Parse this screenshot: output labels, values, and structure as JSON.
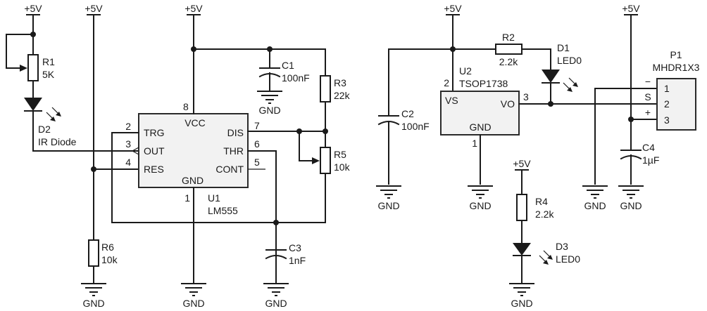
{
  "power_labels": {
    "vcc": "+5V",
    "gnd": "GND"
  },
  "components": {
    "R1": {
      "ref": "R1",
      "value": "5K"
    },
    "D2": {
      "ref": "D2",
      "value": "IR Diode"
    },
    "R6": {
      "ref": "R6",
      "value": "10k"
    },
    "U1": {
      "ref": "U1",
      "value": "LM555",
      "pins": {
        "trg": {
          "num": "2",
          "name": "TRG"
        },
        "out": {
          "num": "3",
          "name": "OUT"
        },
        "res": {
          "num": "4",
          "name": "RES"
        },
        "vcc": {
          "num": "8",
          "name": "VCC"
        },
        "gnd": {
          "num": "1",
          "name": "GND"
        },
        "dis": {
          "num": "7",
          "name": "DIS"
        },
        "thr": {
          "num": "6",
          "name": "THR"
        },
        "cont": {
          "num": "5",
          "name": "CONT"
        }
      }
    },
    "C1": {
      "ref": "C1",
      "value": "100nF"
    },
    "R3": {
      "ref": "R3",
      "value": "22k"
    },
    "R5": {
      "ref": "R5",
      "value": "10k"
    },
    "C3": {
      "ref": "C3",
      "value": "1nF"
    },
    "C2": {
      "ref": "C2",
      "value": "100nF"
    },
    "U2": {
      "ref": "U2",
      "value": "TSOP1738",
      "pins": {
        "vs": {
          "num": "2",
          "name": "VS"
        },
        "vo": {
          "num": "3",
          "name": "VO"
        },
        "gnd": {
          "num": "1",
          "name": "GND"
        }
      }
    },
    "R2": {
      "ref": "R2",
      "value": "2.2k"
    },
    "D1": {
      "ref": "D1",
      "value": "LED0"
    },
    "R4": {
      "ref": "R4",
      "value": "2.2k"
    },
    "D3": {
      "ref": "D3",
      "value": "LED0"
    },
    "C4": {
      "ref": "C4",
      "value": "1µF"
    },
    "P1": {
      "ref": "P1",
      "value": "MHDR1X3",
      "pins": [
        {
          "num": "1",
          "label": "−"
        },
        {
          "num": "2",
          "label": "S"
        },
        {
          "num": "3",
          "label": "+"
        }
      ]
    }
  }
}
